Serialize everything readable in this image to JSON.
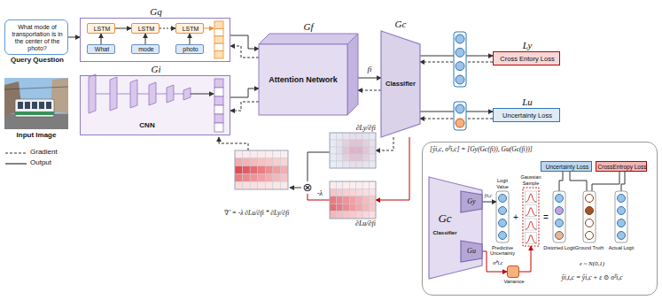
{
  "diagram": {
    "nodes": [
      {
        "text": [
          "What mode of transportation is in the center of the photo?",
          "Query Question"
        ]
      },
      {
        "text": [
          "Gq"
        ]
      },
      {
        "text": [
          "LSTM"
        ],
        "in": 1
      },
      {
        "text": [
          "LSTM"
        ],
        "in": 1
      },
      {
        "text": [
          "LSTM"
        ],
        "in": 1
      },
      {
        "text": [
          "What"
        ],
        "in": 1
      },
      {
        "text": [
          "mode"
        ],
        "in": 1
      },
      {
        "text": [
          "photo"
        ],
        "in": 1
      },
      {
        "text": [
          "Input Image"
        ]
      },
      {
        "text": [
          "Gi",
          "CNN"
        ]
      },
      {
        "text": [
          "Gf",
          "Attention Network"
        ]
      },
      {
        "text": [
          "Gc",
          "Classifier"
        ]
      },
      {
        "text": [
          "Ly",
          "Cross Entory Loss"
        ]
      },
      {
        "text": [
          "Lu",
          "Uncertainty Loss"
        ]
      },
      {
        "text": [
          "∂Ly/∂fi"
        ]
      },
      {
        "text": [
          "∂Lu/∂fi"
        ]
      },
      {
        "text": [
          "[ŷi,c, σ̂²i,c] = [Gy(Gc(fi)), Gu(Gc(fi))]"
        ]
      },
      {
        "text": [
          "Gc",
          "Classifier"
        ],
        "in": 16
      },
      {
        "text": [
          "Gy"
        ],
        "in": 17
      },
      {
        "text": [
          "Gu"
        ],
        "in": 17
      },
      {
        "text": [
          "Logit Value",
          "Predictive Uncertainty"
        ],
        "in": 16
      },
      {
        "text": [
          "Gaussian Sample"
        ],
        "in": 16
      },
      {
        "text": [
          "Distorted Logit"
        ],
        "in": 16
      },
      {
        "text": [
          "Ground Truth"
        ],
        "in": 16
      },
      {
        "text": [
          "Actual Logit"
        ],
        "in": 16
      },
      {
        "text": [
          "Variance"
        ],
        "in": 16
      },
      {
        "text": [
          "Uncertainty Loss"
        ],
        "in": 16
      },
      {
        "text": [
          "CrossEntropy Loss"
        ],
        "in": 16
      }
    ],
    "edges": [
      {
        "from": 0,
        "to": 1,
        "arrow": "to"
      },
      {
        "from": 5,
        "to": 2,
        "arrow": "to"
      },
      {
        "from": 6,
        "to": 3,
        "arrow": "to"
      },
      {
        "from": 7,
        "to": 4,
        "arrow": "to"
      },
      {
        "from": 2,
        "to": 3,
        "arrow": "to"
      },
      {
        "from": 3,
        "to": 4,
        "arrow": "to"
      },
      {
        "from": 1,
        "to": 10,
        "arrow": "to"
      },
      {
        "from": 10,
        "to": 1,
        "arrow": "to"
      },
      {
        "from": 9,
        "to": 10,
        "arrow": "to"
      },
      {
        "from": 10,
        "to": 9,
        "arrow": "to"
      },
      {
        "from": 10,
        "to": 11,
        "label": "fi",
        "arrow": "to"
      },
      {
        "from": 11,
        "to": 10,
        "arrow": "to"
      },
      {
        "from": 11,
        "to": 12,
        "arrow": "to"
      },
      {
        "from": 12,
        "to": 11,
        "arrow": "to"
      },
      {
        "from": 11,
        "to": 13,
        "arrow": "to"
      },
      {
        "from": 13,
        "to": 11,
        "arrow": "to"
      },
      {
        "from": 11,
        "to": 14,
        "arrow": "to"
      },
      {
        "from": 11,
        "to": 15,
        "arrow": "to"
      },
      {
        "from": 18,
        "to": 20,
        "label": "ŷi,c",
        "arrow": "to"
      },
      {
        "from": 19,
        "to": 25,
        "label": "σ̂²i,c",
        "arrow": "to"
      },
      {
        "from": 25,
        "to": 21,
        "arrow": "to"
      },
      {
        "from": 26,
        "to": 22,
        "arrow": "none"
      },
      {
        "from": 26,
        "to": 23,
        "arrow": "none"
      },
      {
        "from": 27,
        "to": 23,
        "arrow": "none"
      },
      {
        "from": 27,
        "to": 24,
        "arrow": "none"
      }
    ],
    "labels": [
      "+",
      "=",
      "⊗",
      "-λ",
      "∇' = -λ ∂Lu/∂fi * ∂Ly/∂fi",
      "ε ~ N(0,1)",
      "ŷi,t,c = ŷi,c + ε ⊙ σ̂²i,c"
    ],
    "legend": [
      {
        "text": "Gradient"
      },
      {
        "text": "Output"
      }
    ]
  }
}
